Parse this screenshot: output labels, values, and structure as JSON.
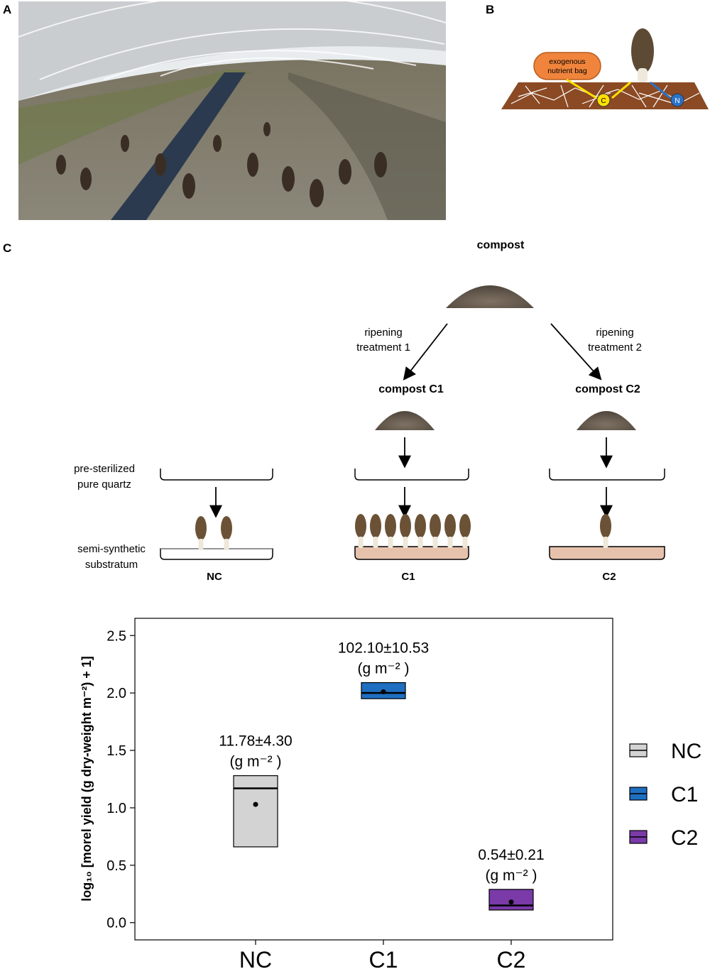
{
  "panels": {
    "a": "A",
    "b": "B",
    "c": "C"
  },
  "panel_b": {
    "bag_label_line1": "exogenous",
    "bag_label_line2": "nutrient bag",
    "c_node": "C",
    "n_node": "N"
  },
  "panel_c": {
    "compost": "compost",
    "ripening1_line1": "ripening",
    "ripening1_line2": "treatment 1",
    "ripening2_line1": "ripening",
    "ripening2_line2": "treatment 2",
    "compost_c1": "compost C1",
    "compost_c2": "compost C2",
    "quartz_line1": "pre-sterilized",
    "quartz_line2": "pure quartz",
    "substratum_line1": "semi-synthetic",
    "substratum_line2": "substratum",
    "groups": [
      {
        "label": "NC",
        "morels": 2
      },
      {
        "label": "C1",
        "morels": 8
      },
      {
        "label": "C2",
        "morels": 1
      }
    ]
  },
  "colors": {
    "nc": "#d3d3d3",
    "c1": "#1f6fc1",
    "c2": "#7a3aa8",
    "soil": "#8b4a24",
    "substrate": "#e6c2ad"
  },
  "chart_data": {
    "type": "box",
    "ylabel": "log₁₀ [morel yield (g dry-weight m⁻²) + 1]",
    "ylim": [
      -0.15,
      2.65
    ],
    "yticks": [
      "0.0",
      "0.5",
      "1.0",
      "1.5",
      "2.0",
      "2.5"
    ],
    "categories": [
      "NC",
      "C1",
      "C2"
    ],
    "boxes": [
      {
        "name": "NC",
        "q1": 0.66,
        "median": 1.17,
        "q3": 1.28,
        "mean": 1.03,
        "annotation_value": "11.78±4.30",
        "annotation_unit": "(g m⁻² )"
      },
      {
        "name": "C1",
        "q1": 1.95,
        "median": 2.0,
        "q3": 2.09,
        "mean": 2.01,
        "annotation_value": "102.10±10.53",
        "annotation_unit": "(g m⁻² )"
      },
      {
        "name": "C2",
        "q1": 0.11,
        "median": 0.15,
        "q3": 0.29,
        "mean": 0.18,
        "annotation_value": "0.54±0.21",
        "annotation_unit": "(g m⁻² )"
      }
    ],
    "legend": [
      "NC",
      "C1",
      "C2"
    ],
    "legend_position": "right"
  }
}
